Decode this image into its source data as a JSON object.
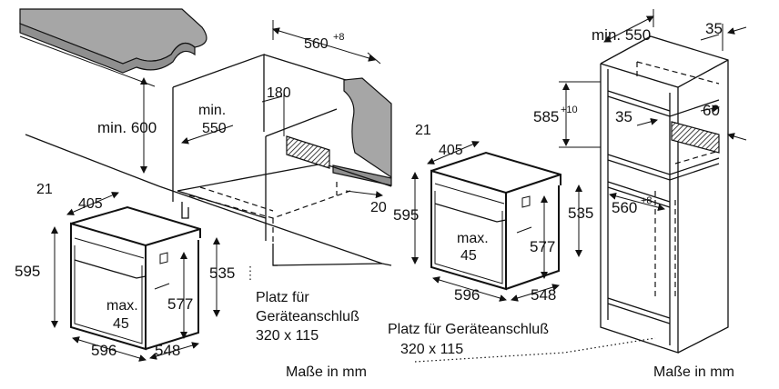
{
  "left_figure": {
    "counter_width": "560",
    "counter_width_tol": "+8",
    "depth_label_min": "min.",
    "depth_value": "550",
    "height_label": "min. 600",
    "vent_width": "180",
    "vent_depth": "20",
    "oven_depth_total": "21",
    "oven_depth": "405",
    "oven_height": "595",
    "oven_width": "596",
    "oven_side": "548",
    "oven_inner_height": "577",
    "oven_body_height": "535",
    "max_label": "max.",
    "max_value": "45",
    "connection_line1": "Platz für",
    "connection_line2": "Geräteanschluß",
    "connection_line3": "320 x 115",
    "units": "Maße in mm"
  },
  "right_figure": {
    "cabinet_depth_label": "min. 550",
    "cabinet_side": "35",
    "cutout_height": "585",
    "cutout_height_tol": "+10",
    "vent_gap": "35",
    "vent_height": "60",
    "cutout_width": "560",
    "cutout_width_tol": "+8",
    "oven_depth_total": "21",
    "oven_depth": "405",
    "oven_height": "595",
    "oven_width": "596",
    "oven_side": "548",
    "oven_inner_height": "577",
    "oven_body_height": "535",
    "max_label": "max.",
    "max_value": "45",
    "connection_line1": "Platz für Geräteanschluß",
    "connection_line2": "320 x 115",
    "units": "Maße in mm"
  }
}
